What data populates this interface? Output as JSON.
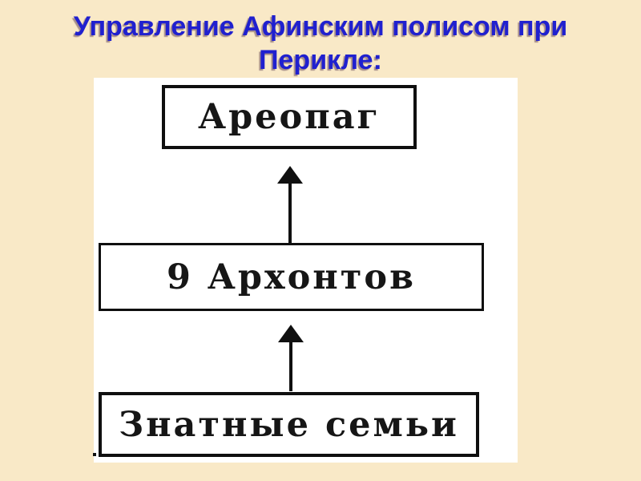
{
  "slide": {
    "background_color": "#f9e9c7",
    "title": {
      "line1": "Управление Афинским полисом при",
      "line2": "Перикле:",
      "color": "#2020cf"
    }
  },
  "diagram": {
    "type": "flowchart-bottom-up",
    "panel_background": "#ffffff",
    "border_color": "#0f0f0f",
    "nodes": [
      {
        "id": "areopag",
        "label": "Ареопаг"
      },
      {
        "id": "archons",
        "label": "9 Архонтов"
      },
      {
        "id": "families",
        "label": "Знатные семьи"
      }
    ],
    "edges": [
      {
        "from": "archons",
        "to": "areopag",
        "direction": "up"
      },
      {
        "from": "families",
        "to": "archons",
        "direction": "up"
      }
    ]
  }
}
